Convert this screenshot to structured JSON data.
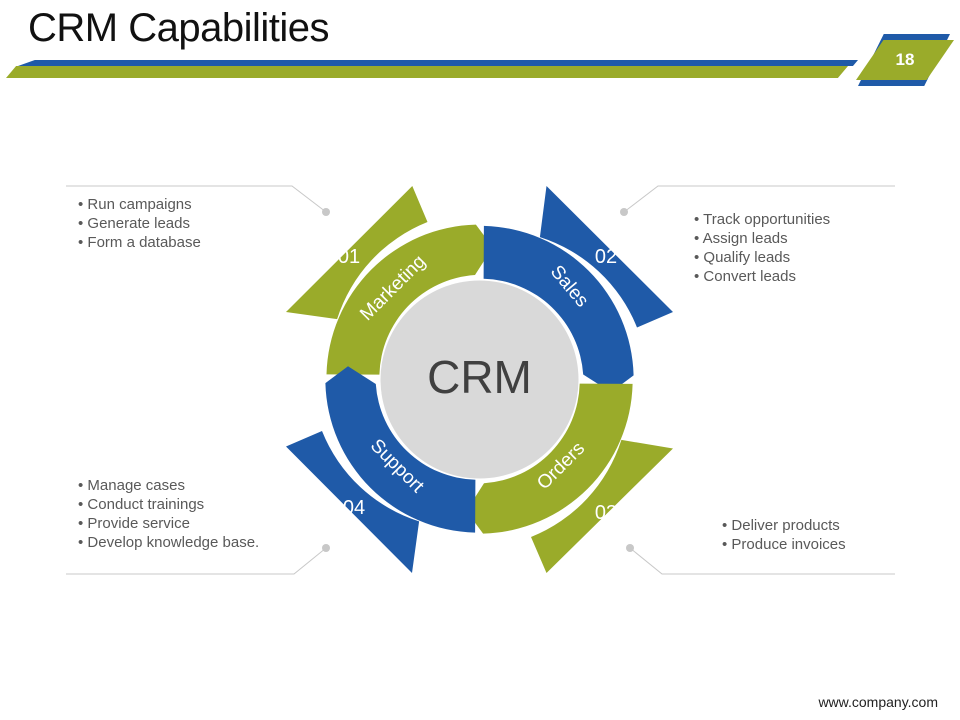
{
  "header": {
    "title": "CRM Capabilities",
    "slide_number": "18"
  },
  "colors": {
    "green": "#9aab2a",
    "blue": "#1f5aa8",
    "hub": "#d9d9d9"
  },
  "diagram": {
    "center_label": "CRM",
    "segments": [
      {
        "number": "01",
        "label": "Marketing",
        "color": "green",
        "bullets": [
          "Run campaigns",
          "Generate leads",
          "Form a database"
        ]
      },
      {
        "number": "02",
        "label": "Sales",
        "color": "blue",
        "bullets": [
          "Track opportunities",
          "Assign leads",
          "Qualify leads",
          "Convert leads"
        ]
      },
      {
        "number": "03",
        "label": "Orders",
        "color": "green",
        "bullets": [
          "Deliver products",
          "Produce invoices"
        ]
      },
      {
        "number": "04",
        "label": "Support",
        "color": "blue",
        "bullets": [
          "Manage cases",
          "Conduct trainings",
          "Provide service",
          "Develop knowledge base."
        ]
      }
    ]
  },
  "footer": {
    "website": "www.company.com"
  }
}
